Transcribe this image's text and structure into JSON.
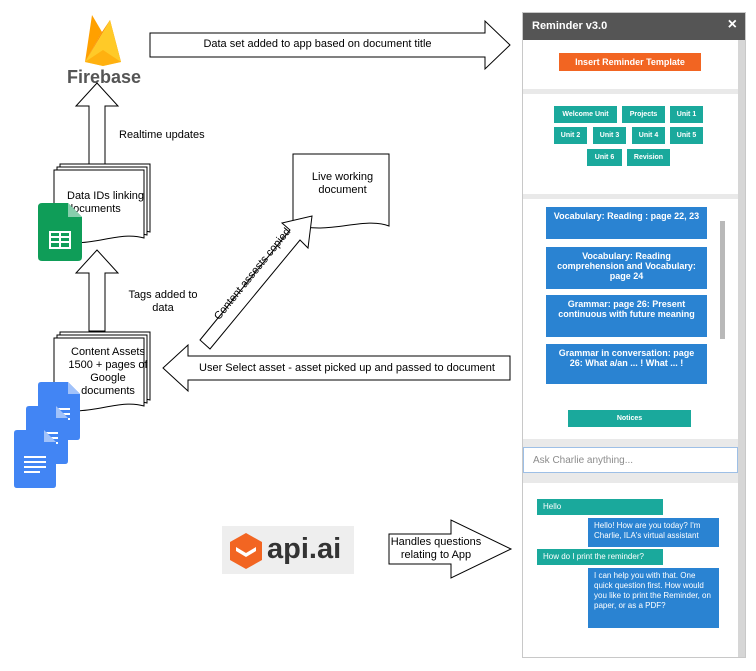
{
  "diagram": {
    "firebase_label": "Firebase",
    "data_set_arrow": "Data set added to app based on document title",
    "realtime_arrow": "Realtime updates",
    "data_ids_doc": "Data IDs linking documents",
    "live_doc": "Live working document",
    "tags_arrow": "Tags added to data",
    "content_copied_arrow": "Content assests copied",
    "content_assets_doc": "Content Assets 1500 + pages of Google documents",
    "user_select_arrow": "User Select asset - asset picked up and passed to document",
    "apiai_label": "api.ai",
    "handles_arrow": "Handles questions relating to App"
  },
  "sidebar": {
    "title": "Reminder v3.0",
    "close": "×",
    "insert_button": "Insert Reminder Template",
    "units": [
      "Welcome Unit",
      "Projects",
      "Unit 1",
      "Unit 2",
      "Unit 3",
      "Unit 4",
      "Unit 5",
      "Unit 6",
      "Revision"
    ],
    "cards": [
      "Vocabulary: Reading : page 22, 23",
      "Vocabulary: Reading comprehension and Vocabulary: page 24",
      "Grammar: page 26: Present continuous with future meaning",
      "Grammar in conversation: page 26: What a/an ... ! What ... !"
    ],
    "notices": "Notices",
    "ask_placeholder": "Ask Charlie anything...",
    "chat": [
      {
        "from": "user",
        "text": "Hello"
      },
      {
        "from": "bot",
        "text": "Hello! How are you today? I'm Charlie, ILA's virtual assistant"
      },
      {
        "from": "user",
        "text": "How do I print the reminder?"
      },
      {
        "from": "bot",
        "text": "I can help you with that. One quick question first. How would you like to print the Reminder, on paper, or as a PDF?"
      }
    ]
  },
  "colors": {
    "teal": "#1aa99c",
    "blue": "#2a83d2",
    "orange": "#f26522",
    "header": "#555555"
  }
}
